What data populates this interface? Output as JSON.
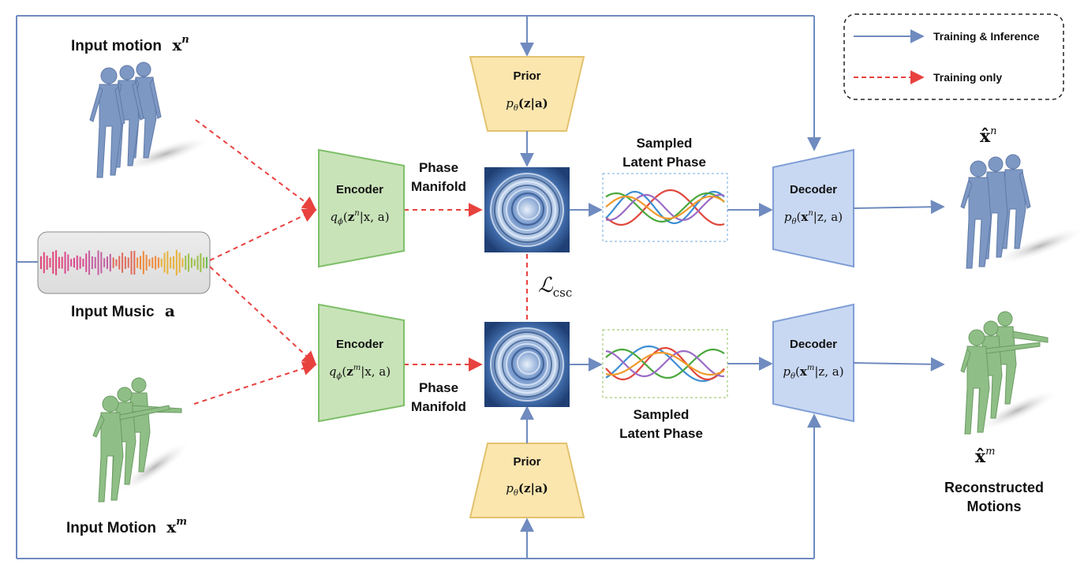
{
  "legend": {
    "solid_label": "Training & Inference",
    "dashed_label": "Training only"
  },
  "inputs": {
    "motion_n": {
      "label": "Input motion",
      "symbol": "x",
      "sup": "n"
    },
    "music": {
      "label": "Input Music",
      "symbol": "a"
    },
    "motion_m": {
      "label": "Input Motion",
      "symbol": "x",
      "sup": "m"
    }
  },
  "encoder_top": {
    "title": "Encoder",
    "fn": "q",
    "sub": "ϕ",
    "z": "z",
    "zsup": "n",
    "args": "|x, a)"
  },
  "encoder_bottom": {
    "title": "Encoder",
    "fn": "q",
    "sub": "ϕ",
    "z": "z",
    "zsup": "m",
    "args": "|x, a)"
  },
  "prior_top": {
    "title": "Prior",
    "fn": "p",
    "sub": "θ",
    "args": "(z|a)"
  },
  "prior_bottom": {
    "title": "Prior",
    "fn": "p",
    "sub": "θ",
    "args": "(z|a)"
  },
  "decoder_top": {
    "title": "Decoder",
    "fn": "p",
    "sub": "θ",
    "x": "x",
    "xsup": "n",
    "args": "|z, a)"
  },
  "decoder_bottom": {
    "title": "Decoder",
    "fn": "p",
    "sub": "θ",
    "x": "x",
    "xsup": "m",
    "args": "|z, a)"
  },
  "manifold_top": {
    "line1": "Phase",
    "line2": "Manifold"
  },
  "manifold_bottom": {
    "line1": "Phase",
    "line2": "Manifold"
  },
  "sampled_top": {
    "line1": "Sampled",
    "line2": "Latent Phase"
  },
  "sampled_bottom": {
    "line1": "Sampled",
    "line2": "Latent Phase"
  },
  "loss": {
    "symbol": "ℒ",
    "sub": "csc"
  },
  "outputs": {
    "top": {
      "symbol": "x̂",
      "sup": "n"
    },
    "bottom": {
      "symbol": "x̂",
      "sup": "m"
    },
    "caption_line1": "Reconstructed",
    "caption_line2": "Motions"
  },
  "colors": {
    "solid_line": "#6f8bbf",
    "dashed_line": "#e8423f",
    "encoder_fill": "#c9e3b9",
    "encoder_stroke": "#7fbf6a",
    "decoder_fill": "#c9d8f2",
    "decoder_stroke": "#7f9ed6",
    "prior_fill": "#fbe6ae",
    "prior_stroke": "#e2c26e",
    "figure_blue": "#7e98c4",
    "figure_green": "#8fbf86",
    "wave_blue": "#3d8ed1",
    "wave_red": "#e0473c",
    "wave_green": "#4aa83c",
    "wave_purple": "#9b6bc5",
    "wave_orange": "#ef9a2d"
  }
}
